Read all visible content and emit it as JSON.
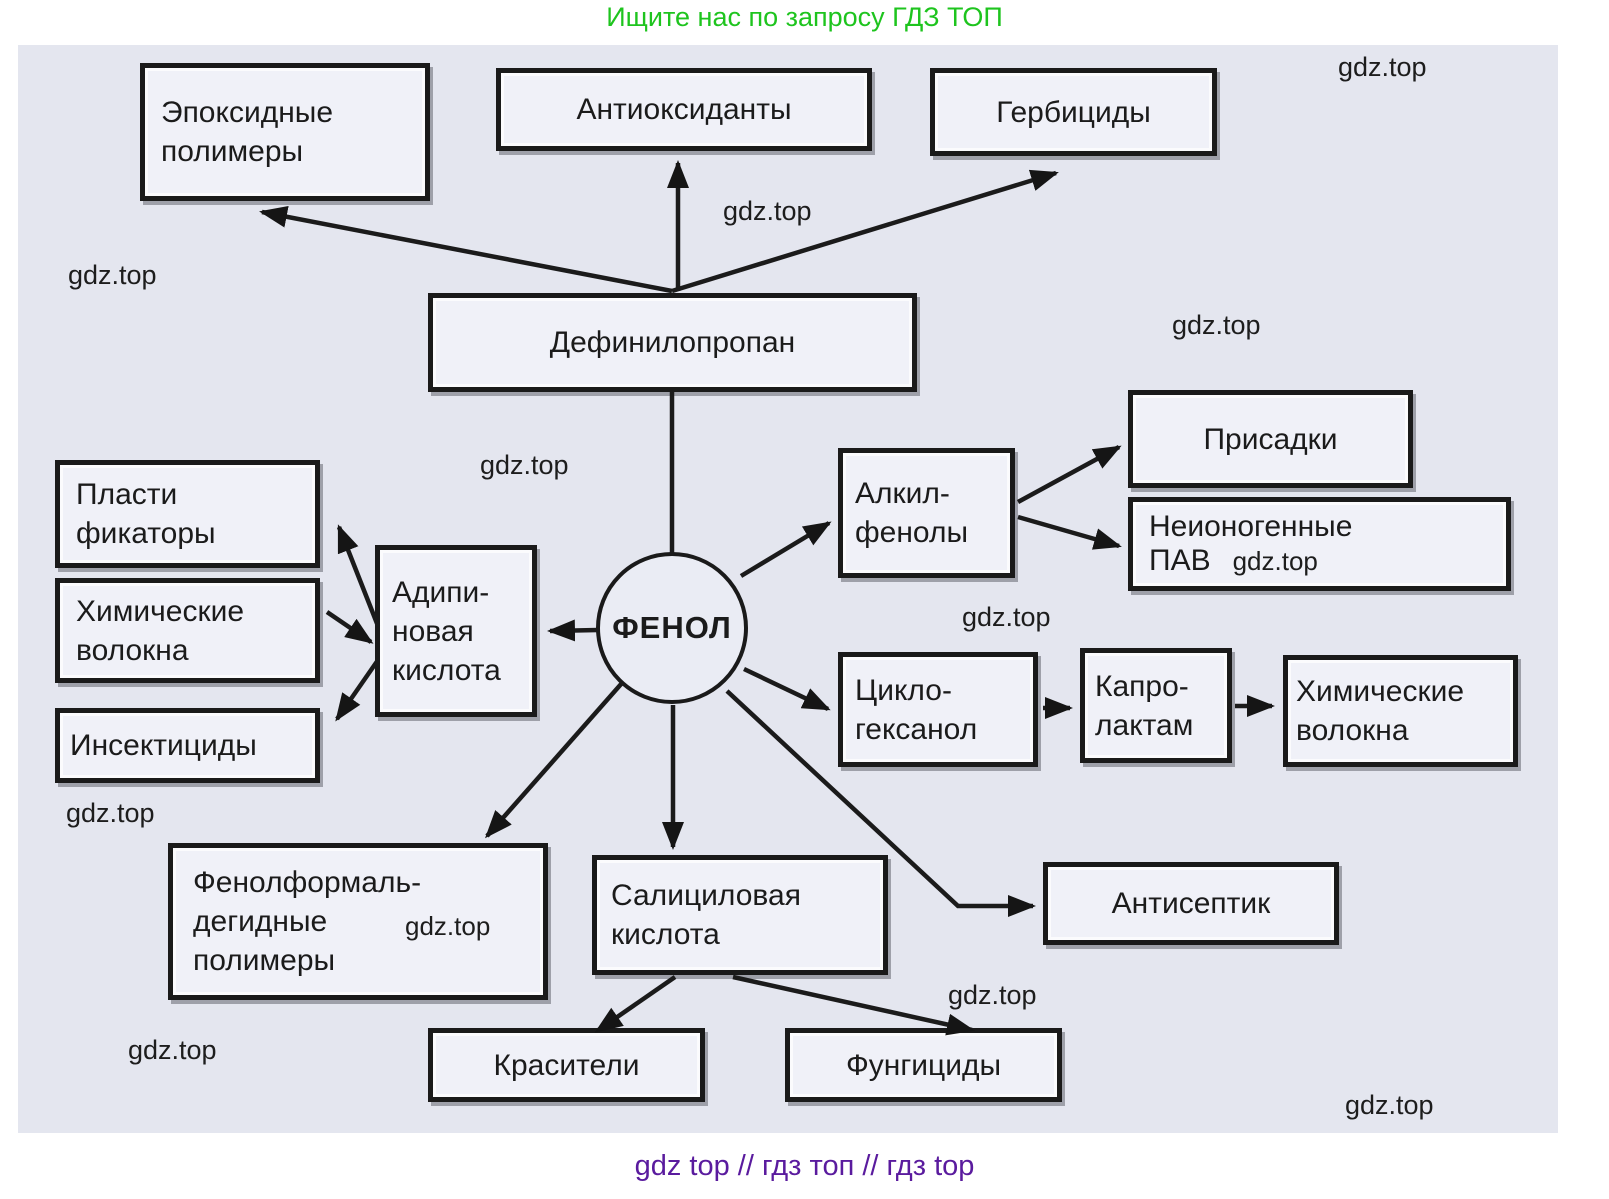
{
  "header": {
    "promo": "Ищите нас по запросу ГДЗ ТОП"
  },
  "footer": {
    "promo": "gdz top  //  гдз топ  //  гдз top"
  },
  "watermark": "gdz.top",
  "diagram": {
    "type": "flowchart",
    "center": "ФЕНОЛ",
    "nodes": {
      "definilopropan": {
        "lines": [
          "Дефинилопропан"
        ]
      },
      "epoxy": {
        "lines": [
          "Эпоксидные",
          "полимеры"
        ]
      },
      "antioxidants": {
        "lines": [
          "Антиоксиданты"
        ]
      },
      "herbicides": {
        "lines": [
          "Гербициды"
        ]
      },
      "plasticizers": {
        "lines": [
          "Пласти",
          "фикаторы"
        ]
      },
      "chem_fibers_left": {
        "lines": [
          "Химические",
          "волокна"
        ]
      },
      "insecticides": {
        "lines": [
          "Инсектициды"
        ]
      },
      "adipic": {
        "lines": [
          "Адипи-",
          "новая",
          "кислота"
        ]
      },
      "alkylphenols": {
        "lines": [
          "Алкил-",
          "фенолы"
        ]
      },
      "additives": {
        "lines": [
          "Присадки"
        ]
      },
      "surfactants": {
        "lines": [
          "Неионогенные",
          "ПАВ"
        ]
      },
      "cyclohexanol": {
        "lines": [
          "Цикло-",
          "гексанол"
        ]
      },
      "caprolactam": {
        "lines": [
          "Капро-",
          "лактам"
        ]
      },
      "chem_fibers_right": {
        "lines": [
          "Химические",
          "волокна"
        ]
      },
      "phenol_formaldehyde": {
        "lines": [
          "Фенолформаль-",
          "дегидные",
          "полимеры"
        ]
      },
      "salicylic": {
        "lines": [
          "Салициловая",
          "кислота"
        ]
      },
      "antiseptic": {
        "lines": [
          "Антисептик"
        ]
      },
      "dyes": {
        "lines": [
          "Красители"
        ]
      },
      "fungicides": {
        "lines": [
          "Фунгициды"
        ]
      }
    },
    "edges": [
      {
        "from": "definilopropan",
        "to": "epoxy"
      },
      {
        "from": "definilopropan",
        "to": "antioxidants"
      },
      {
        "from": "definilopropan",
        "to": "herbicides"
      },
      {
        "from": "phenol",
        "to": "definilopropan"
      },
      {
        "from": "phenol",
        "to": "adipic"
      },
      {
        "from": "adipic",
        "to": "plasticizers"
      },
      {
        "from": "chem_fibers_left",
        "to": "adipic"
      },
      {
        "from": "adipic",
        "to": "insecticides"
      },
      {
        "from": "phenol",
        "to": "alkylphenols"
      },
      {
        "from": "alkylphenols",
        "to": "additives"
      },
      {
        "from": "alkylphenols",
        "to": "surfactants"
      },
      {
        "from": "phenol",
        "to": "cyclohexanol"
      },
      {
        "from": "cyclohexanol",
        "to": "caprolactam"
      },
      {
        "from": "caprolactam",
        "to": "chem_fibers_right"
      },
      {
        "from": "phenol",
        "to": "antiseptic"
      },
      {
        "from": "phenol",
        "to": "salicylic"
      },
      {
        "from": "phenol",
        "to": "phenol_formaldehyde"
      },
      {
        "from": "salicylic",
        "to": "dyes"
      },
      {
        "from": "salicylic",
        "to": "fungicides"
      }
    ],
    "colors": {
      "background": "#e4e6ef",
      "box_fill": "#f0f1f8",
      "line": "#1b1b1b",
      "promo_green": "#1ec41e",
      "promo_purple": "#5a1b9e"
    }
  }
}
